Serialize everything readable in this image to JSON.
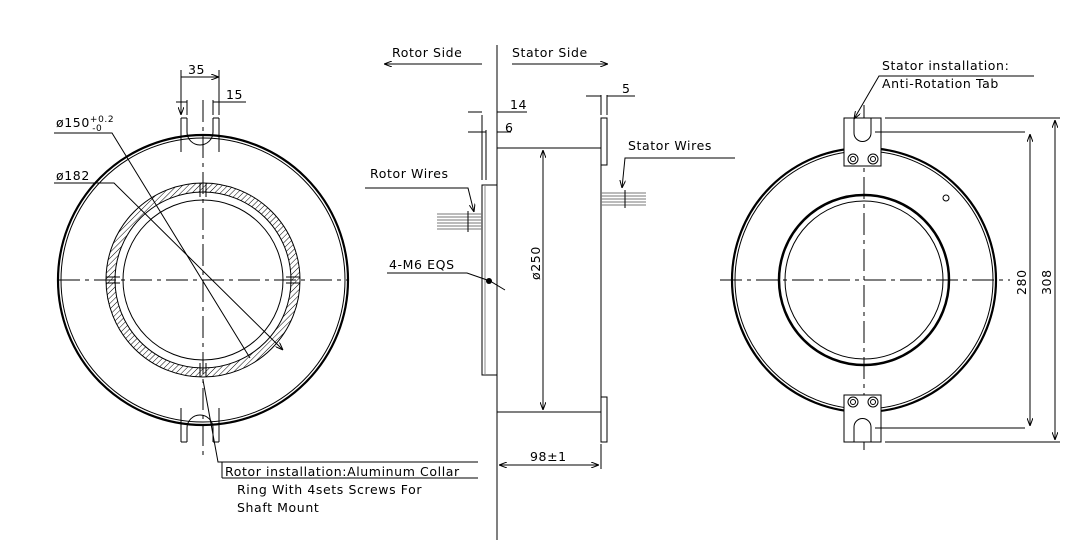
{
  "front_view": {
    "width_dim": "35",
    "slot_dim": "15",
    "inner_dia_label": "ø150",
    "inner_dia_tol_upper": "+0.2",
    "inner_dia_tol_lower": "-0",
    "outer_dia_label": "ø182",
    "rotor_note_lines": [
      "Rotor installation:Aluminum Collar",
      "Ring With 4sets Screws For",
      "Shaft Mount"
    ]
  },
  "side_view": {
    "rotor_side": "Rotor Side",
    "stator_side": "Stator Side",
    "dim_14": "14",
    "dim_6": "6",
    "dim_5": "5",
    "rotor_wires": "Rotor Wires",
    "stator_wires": "Stator Wires",
    "screw_label": "4-M6 EQS",
    "body_dia": "ø250",
    "length_dim": "98±1"
  },
  "rear_view": {
    "stator_note_lines": [
      "Stator installation:",
      "Anti-Rotation Tab"
    ],
    "dim_280": "280",
    "dim_308": "308"
  }
}
